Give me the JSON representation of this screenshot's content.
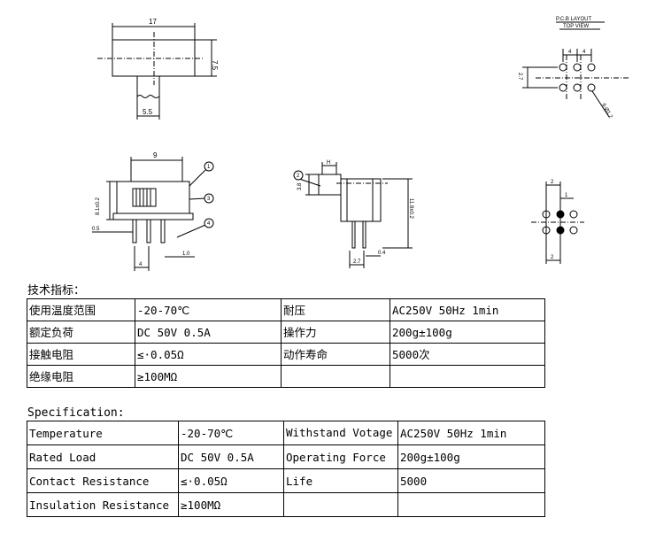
{
  "drawing_labels": {
    "top_length": "17",
    "top_height": "7.5",
    "top_shaft": "5.5",
    "pcb_title": "P.C.B LAYOUT",
    "pcb_subtitle": "TOP VIEW",
    "pcb_pitch_a": "4",
    "pcb_pitch_b": "4",
    "pcb_row_gap": "2.7",
    "pcb_hole": "6-Ø1.2",
    "front_width": "9",
    "front_height": "8.1±0.2",
    "front_thickness": "0.5",
    "front_pin_pitch": "4",
    "front_pin_width": "1.0",
    "callout_1": "1",
    "callout_2": "2",
    "callout_3": "3",
    "callout_4": "4",
    "side_h": "H",
    "side_knob": "3.8",
    "side_total": "11.8±0.2",
    "side_pin_pitch": "2.7",
    "side_pin": "0.4",
    "pad_top": "2",
    "pad_bottom": "2",
    "pad_right": "1"
  },
  "cn_section": {
    "heading": "技术指标：",
    "rows": [
      [
        "使用温度范围",
        "-20-70℃",
        "耐压",
        "AC250V 50Hz 1min"
      ],
      [
        "额定负荷",
        "DC 50V 0.5A",
        "操作力",
        "200g±100g"
      ],
      [
        "接触电阻",
        "≤·0.05Ω",
        "动作寿命",
        "5000次"
      ],
      [
        "绝缘电阻",
        "≥100MΩ",
        "",
        ""
      ]
    ]
  },
  "en_section": {
    "heading": "Specification:",
    "rows": [
      [
        "Temperature",
        "-20-70℃",
        "Withstand Votage",
        "AC250V 50Hz 1min"
      ],
      [
        "Rated Load",
        "DC 50V 0.5A",
        "Operating Force",
        "200g±100g"
      ],
      [
        "Contact Resistance",
        "≤·0.05Ω",
        "Life",
        "5000"
      ],
      [
        "Insulation Resistance",
        "≥100MΩ",
        "",
        ""
      ]
    ]
  }
}
